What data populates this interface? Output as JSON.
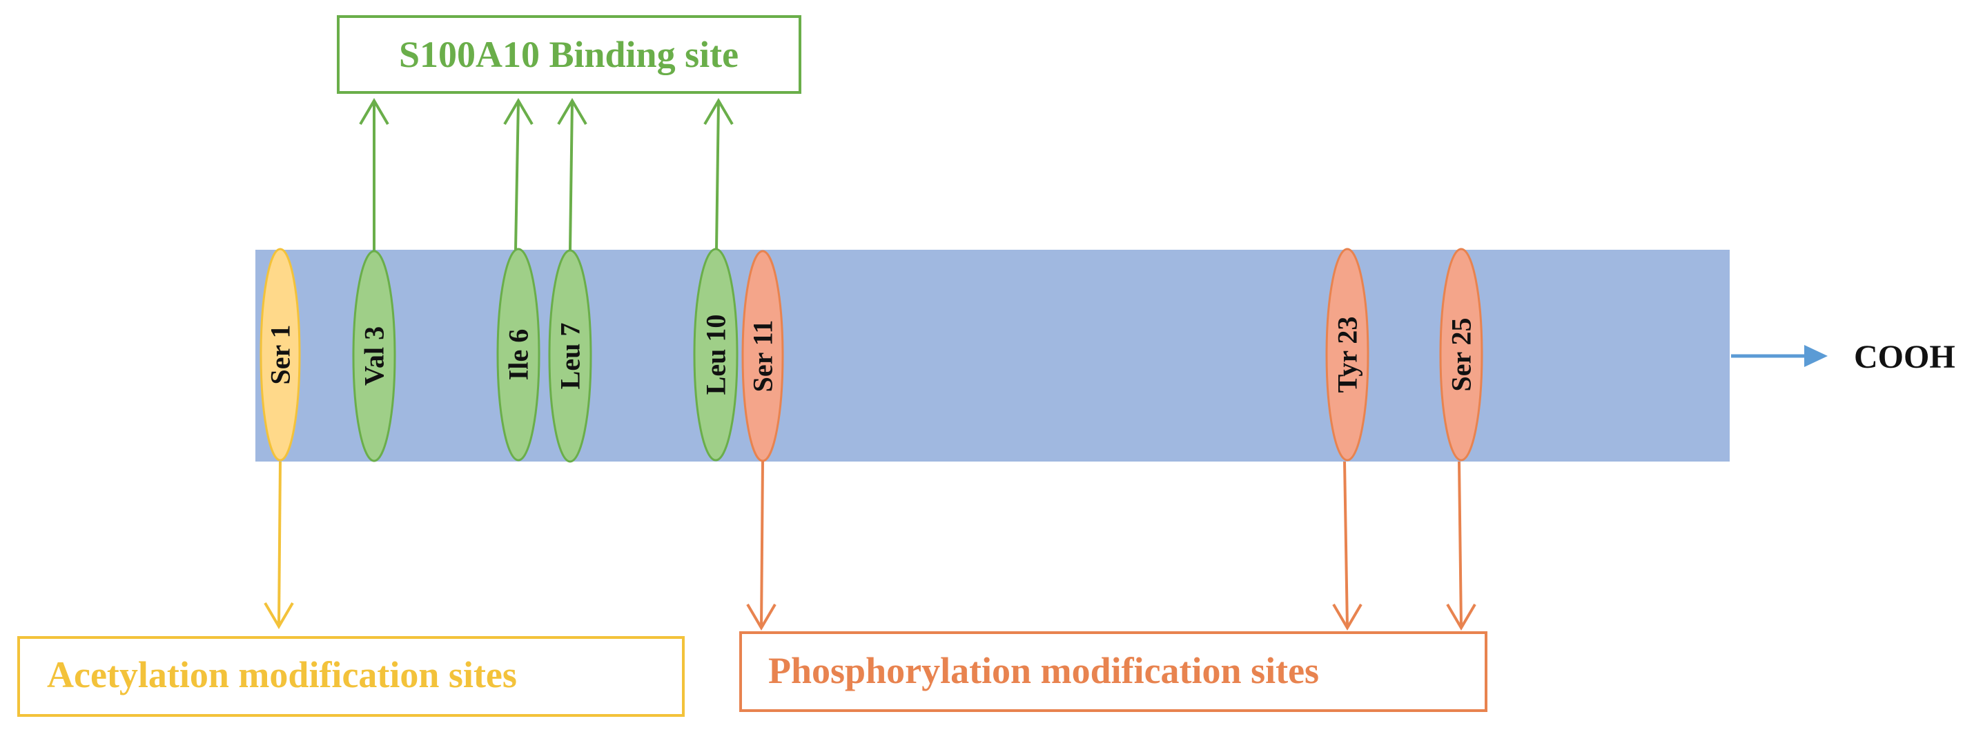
{
  "labels": {
    "binding_site": "S100A10 Binding site",
    "acetylation": "Acetylation modification sites",
    "phosphorylation": "Phosphorylation modification sites",
    "terminus": "COOH"
  },
  "residues": {
    "ser1": "Ser 1",
    "val3": "Val 3",
    "ile6": "Ile 6",
    "leu7": "Leu 7",
    "leu10": "Leu 10",
    "ser11": "Ser 11",
    "tyr23": "Tyr 23",
    "ser25": "Ser 25"
  },
  "colors": {
    "chain": "#a0b8e0",
    "acetylation": "#ffd98a",
    "acetylation_stroke": "#f3c23a",
    "binding": "#9fcf88",
    "binding_stroke": "#6aae4a",
    "phosphorylation": "#f4a58a",
    "phosphorylation_stroke": "#e8834f",
    "terminus_arrow": "#5b9bd5",
    "binding_text": "#6aae4a",
    "acetylation_text": "#f3c23a",
    "phosphorylation_text": "#e8834f"
  }
}
